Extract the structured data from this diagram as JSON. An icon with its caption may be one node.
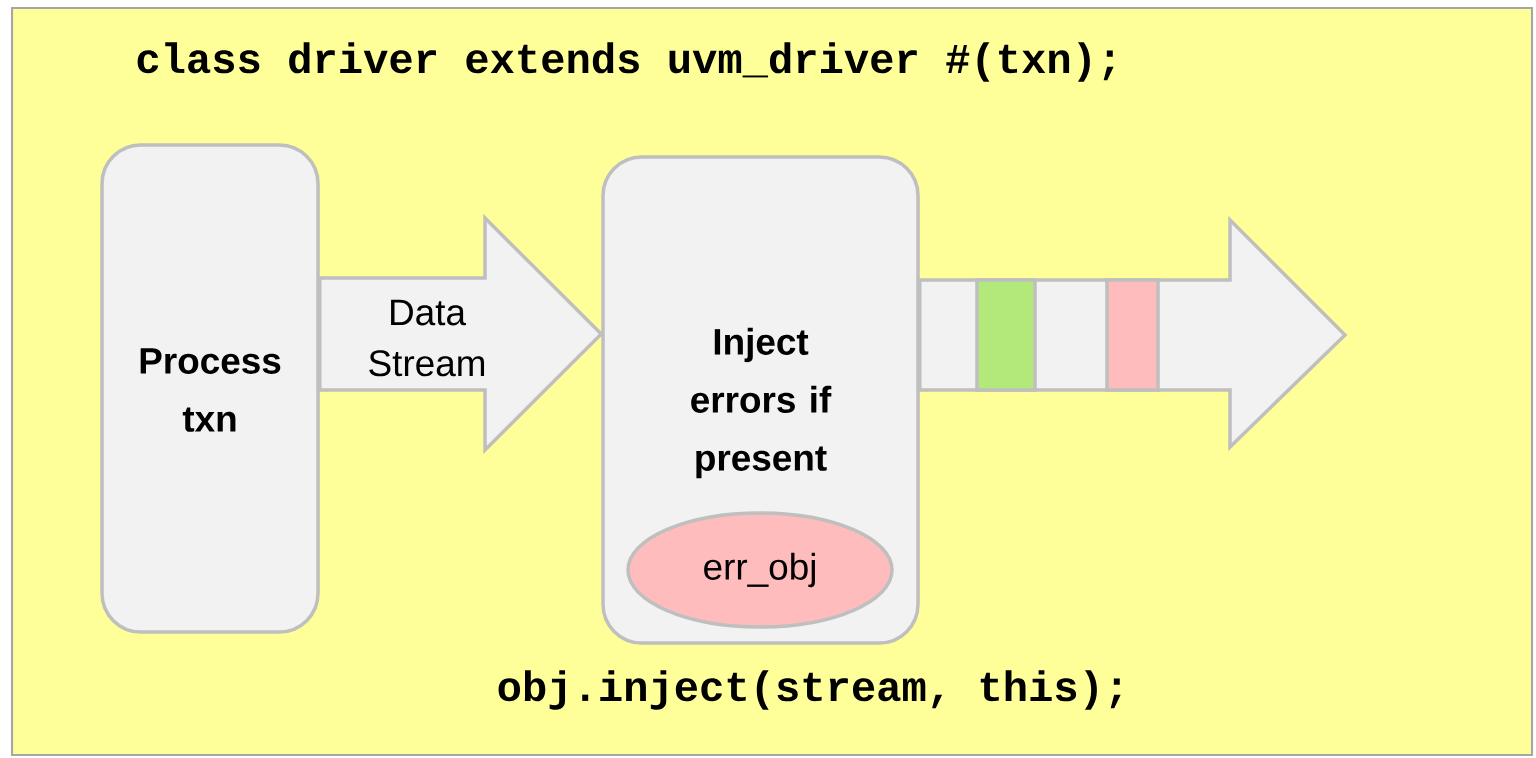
{
  "diagram": {
    "nodes": [
      {
        "text": [
          "class driver extends uvm_driver #(txn);",
          "obj.inject(stream, this);"
        ]
      },
      {
        "text": [
          "Process txn"
        ],
        "in": 0
      },
      {
        "text": [
          "Inject errors if present"
        ],
        "in": 0
      },
      {
        "text": [
          "err_obj"
        ],
        "in": 2
      }
    ],
    "edges": [
      {
        "from": 1,
        "to": 2,
        "arrow": "to",
        "label": "Data Stream"
      },
      {
        "from": 2,
        "to": null,
        "arrow": "to"
      }
    ]
  }
}
